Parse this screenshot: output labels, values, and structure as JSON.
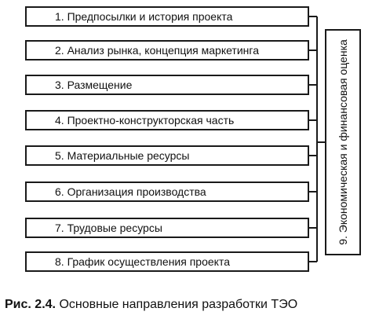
{
  "steps": [
    "1. Предпосылки и история проекта",
    "2. Анализ рынка, концепция маркетинга",
    "3. Размещение",
    "4. Проектно-конструкторская часть",
    "5. Материальные ресурсы",
    "6. Организация производства",
    "7. Трудовые ресурсы",
    "8. График осуществления проекта"
  ],
  "side_box_label": "9. Экономическая и финансовая оценка",
  "caption": {
    "number": "Рис. 2.4.",
    "text": "Основные направления разработки ТЭО"
  }
}
